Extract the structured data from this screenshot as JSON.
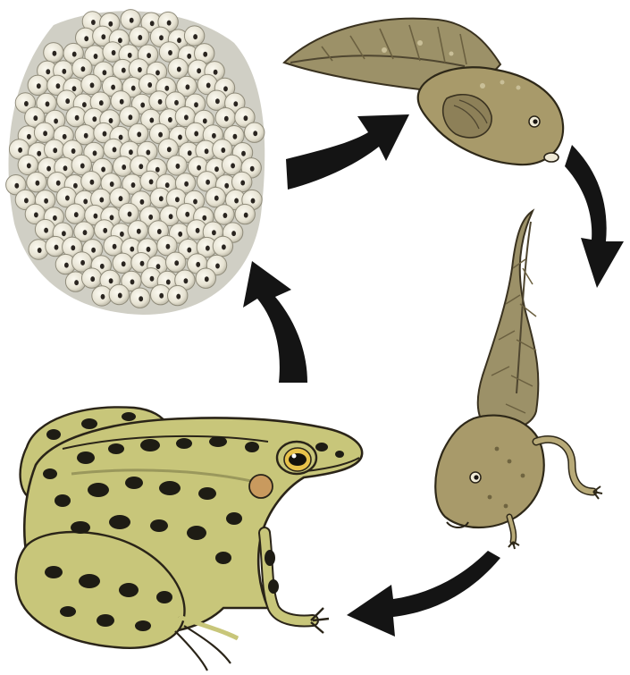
{
  "diagram": {
    "stages": [
      {
        "id": "eggs",
        "icon": "frog-eggs-cluster"
      },
      {
        "id": "tadpole",
        "icon": "tadpole-with-gills"
      },
      {
        "id": "tadpole-with-legs",
        "icon": "tadpole-with-legs"
      },
      {
        "id": "adult-frog",
        "icon": "leopard-frog"
      }
    ],
    "arrows": [
      {
        "from": "eggs",
        "to": "tadpole"
      },
      {
        "from": "tadpole",
        "to": "tadpole-with-legs"
      },
      {
        "from": "tadpole-with-legs",
        "to": "adult-frog"
      },
      {
        "from": "adult-frog",
        "to": "eggs"
      }
    ],
    "colors": {
      "arrow": "#141414",
      "egg": "#eeeadb",
      "egg_shadow": "#c9c6b6",
      "egg_nucleus": "#2a2520",
      "tadpole_body": "#a89a6a",
      "tadpole_shade": "#7c6f48",
      "frog_skin": "#c8c67a",
      "frog_spot": "#1e1c14",
      "frog_eardrum": "#c99a5e",
      "outline": "#2a2418"
    }
  }
}
